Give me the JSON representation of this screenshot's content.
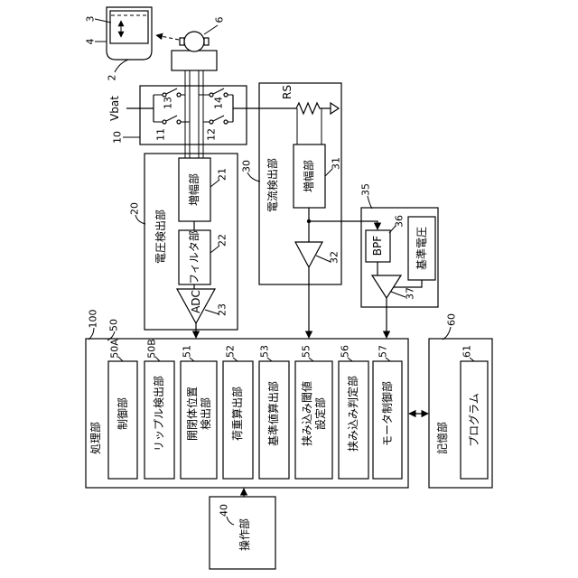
{
  "window_assembly": {
    "glass_ref": "3",
    "door_ref": "4",
    "assembly_ref": "2"
  },
  "motor": {
    "ref": "6"
  },
  "switch_unit": {
    "ref": "10",
    "supply_label": "Vbat",
    "switch_refs": {
      "upper_left": "13",
      "upper_right": "14",
      "lower_left": "11",
      "lower_right": "12"
    }
  },
  "voltage_detector": {
    "ref": "20",
    "title": "電圧検出部",
    "amplifier": {
      "ref": "21",
      "label": "増幅部"
    },
    "filter": {
      "ref": "22",
      "label": "フィルタ部"
    },
    "adc": {
      "ref": "23",
      "label": "ADC"
    }
  },
  "current_detector": {
    "ref": "30",
    "title": "電流検出部",
    "shunt_label": "RS",
    "amplifier": {
      "ref": "31",
      "label": "増幅部"
    },
    "buffer": {
      "ref": "32"
    }
  },
  "ripple_circuit": {
    "ref": "35",
    "bpf": {
      "ref": "36",
      "label": "BPF"
    },
    "comparator": {
      "ref": "37"
    },
    "reference_label": "基準電圧"
  },
  "controller": {
    "ref": "100"
  },
  "processing": {
    "ref": "50",
    "title": "処理部",
    "units": [
      {
        "ref": "50A",
        "lines": [
          "制御部"
        ]
      },
      {
        "ref": "50B",
        "lines": [
          "リップル検出部"
        ]
      },
      {
        "ref": "51",
        "lines": [
          "開閉体位置",
          "検出部"
        ]
      },
      {
        "ref": "52",
        "lines": [
          "荷重算出部"
        ]
      },
      {
        "ref": "53",
        "lines": [
          "基準値算出部"
        ]
      },
      {
        "ref": "55",
        "lines": [
          "挟み込み閾値",
          "設定部"
        ]
      },
      {
        "ref": "56",
        "lines": [
          "挟み込み判定部"
        ]
      },
      {
        "ref": "57",
        "lines": [
          "モータ制御部"
        ]
      }
    ]
  },
  "storage": {
    "ref": "60",
    "title": "記憶部",
    "program": {
      "ref": "61",
      "label": "プログラム"
    }
  },
  "operation": {
    "ref": "40",
    "label": "操作部"
  }
}
